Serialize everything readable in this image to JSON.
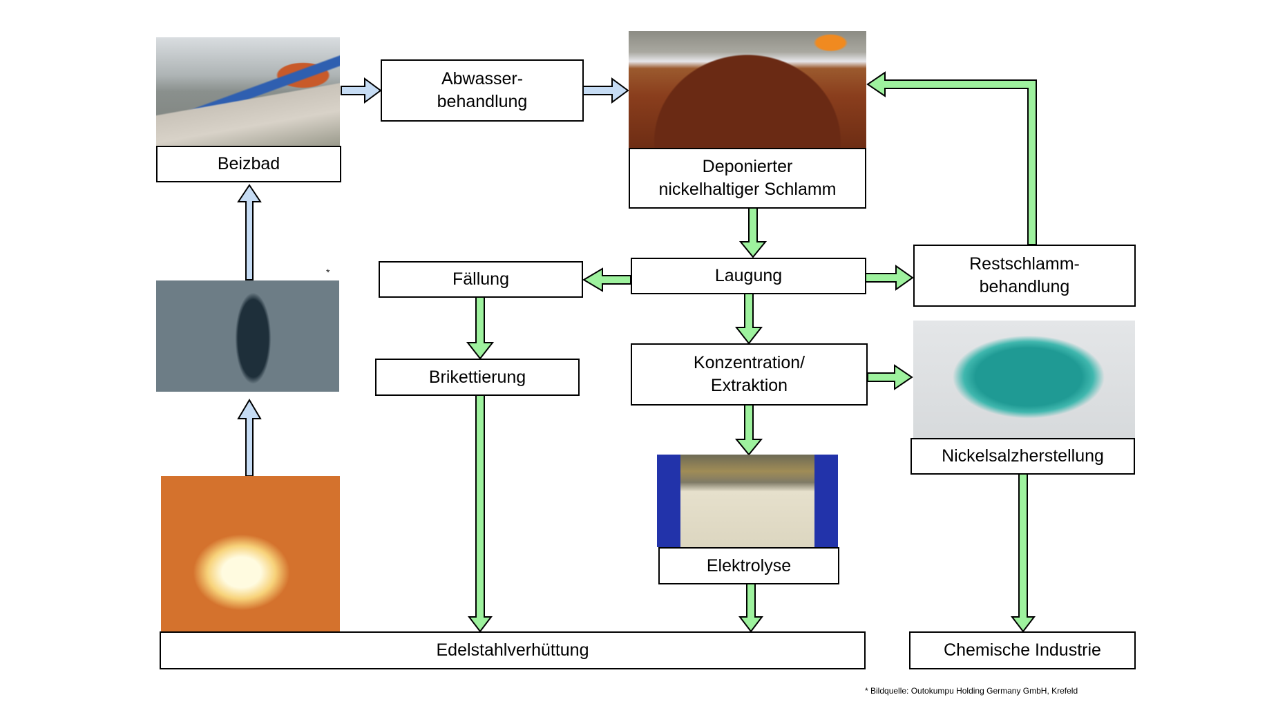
{
  "nodes": {
    "beizbad": "Beizbad",
    "abwasser": "Abwasser-\nbehandlung",
    "deponie": "Deponierter\nnickelhaltiger Schlamm",
    "laugung": "Laugung",
    "faellung": "Fällung",
    "restschlamm": "Restschlamm-\nbehandlung",
    "konzentration": "Konzentration/\nExtraktion",
    "brikettierung": "Brikettierung",
    "nickelsalz": "Nickelsalzherstellung",
    "elektrolyse": "Elektrolyse",
    "edelstahl": "Edelstahlverhüttung",
    "chemie": "Chemische Industrie"
  },
  "images": {
    "beizbad_photo": "pickling-plant-photo",
    "deponie_photo": "sludge-heap-photo",
    "coil_photo": "steel-coil-photo",
    "melt_photo": "molten-steel-ladle-photo",
    "nickelsalz_photo": "nickel-salt-crystals-photo",
    "elektrolyse_photo": "cathode-plate-photo"
  },
  "annotation_star": "*",
  "footnote": "* Bildquelle: Outokumpu Holding Germany GmbH, Krefeld",
  "colors": {
    "blue_arrow": "#c6dcf4",
    "green_arrow": "#9ef29e",
    "outline": "#000000"
  },
  "edges": [
    {
      "from": "Stahl-Schmelze",
      "to": "Stahlcoil",
      "color": "blue"
    },
    {
      "from": "Stahlcoil",
      "to": "Beizbad",
      "color": "blue"
    },
    {
      "from": "Beizbad",
      "to": "Abwasserbehandlung",
      "color": "blue"
    },
    {
      "from": "Abwasserbehandlung",
      "to": "Deponierter nickelhaltiger Schlamm",
      "color": "blue"
    },
    {
      "from": "Deponierter nickelhaltiger Schlamm",
      "to": "Laugung",
      "color": "green"
    },
    {
      "from": "Laugung",
      "to": "Fällung",
      "color": "green"
    },
    {
      "from": "Laugung",
      "to": "Restschlammbehandlung",
      "color": "green"
    },
    {
      "from": "Restschlammbehandlung",
      "to": "Deponierter nickelhaltiger Schlamm",
      "color": "green"
    },
    {
      "from": "Laugung",
      "to": "Konzentration/Extraktion",
      "color": "green"
    },
    {
      "from": "Fällung",
      "to": "Brikettierung",
      "color": "green"
    },
    {
      "from": "Brikettierung",
      "to": "Edelstahlverhüttung",
      "color": "green"
    },
    {
      "from": "Konzentration/Extraktion",
      "to": "Nickelsalzherstellung",
      "color": "green"
    },
    {
      "from": "Konzentration/Extraktion",
      "to": "Elektrolyse",
      "color": "green"
    },
    {
      "from": "Elektrolyse",
      "to": "Edelstahlverhüttung",
      "color": "green"
    },
    {
      "from": "Nickelsalzherstellung",
      "to": "Chemische Industrie",
      "color": "green"
    }
  ]
}
